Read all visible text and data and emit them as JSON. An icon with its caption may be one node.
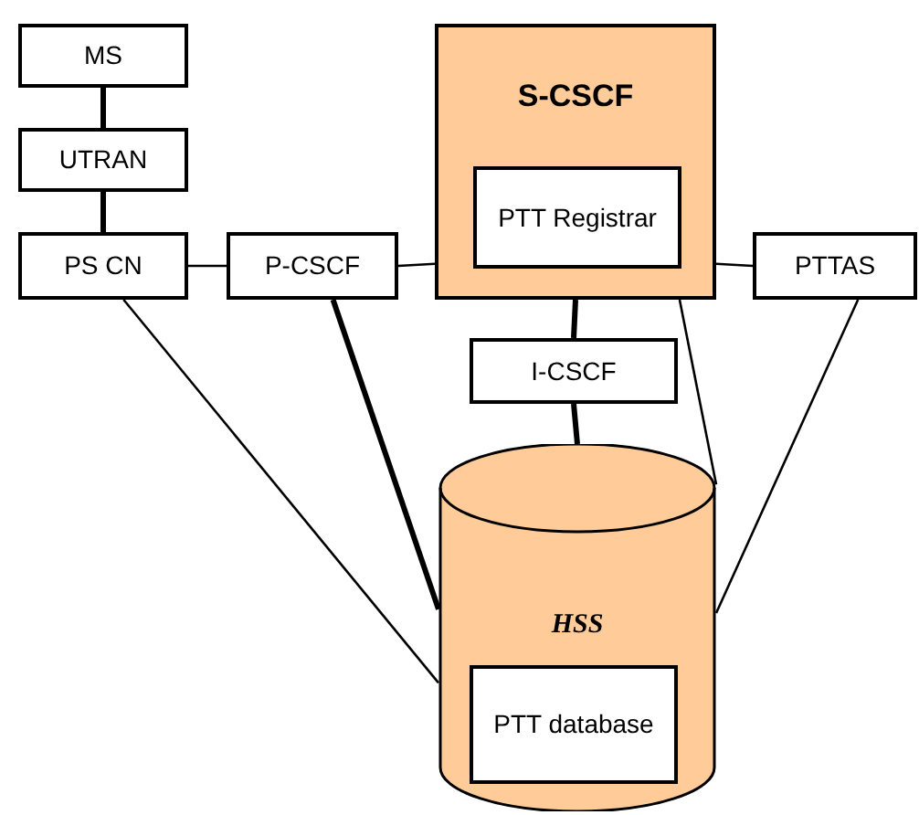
{
  "diagram": {
    "nodes": [
      {
        "text": [
          "MS"
        ]
      },
      {
        "text": [
          "UTRAN"
        ]
      },
      {
        "text": [
          "PS CN"
        ]
      },
      {
        "text": [
          "P-CSCF"
        ]
      },
      {
        "text": [
          "S-CSCF"
        ]
      },
      {
        "text": [
          "PTT Registrar"
        ],
        "in": 4
      },
      {
        "text": [
          "PTTAS"
        ]
      },
      {
        "text": [
          "I-CSCF"
        ]
      },
      {
        "text": [
          "HSS"
        ]
      },
      {
        "text": [
          "PTT database"
        ],
        "in": 8
      }
    ],
    "edges": [
      {
        "from": 0,
        "to": 1,
        "arrow": "none",
        "style": "thick"
      },
      {
        "from": 1,
        "to": 2,
        "arrow": "none",
        "style": "thick"
      },
      {
        "from": 2,
        "to": 3,
        "arrow": "none"
      },
      {
        "from": 3,
        "to": 4,
        "arrow": "none"
      },
      {
        "from": 4,
        "to": 6,
        "arrow": "none"
      },
      {
        "from": 4,
        "to": 7,
        "arrow": "none",
        "style": "thick"
      },
      {
        "from": 7,
        "to": 8,
        "arrow": "none",
        "style": "thick"
      },
      {
        "from": 2,
        "to": 8,
        "arrow": "none"
      },
      {
        "from": 3,
        "to": 8,
        "arrow": "none",
        "style": "thick"
      },
      {
        "from": 4,
        "to": 8,
        "arrow": "none"
      },
      {
        "from": 6,
        "to": 8,
        "arrow": "none"
      }
    ]
  }
}
